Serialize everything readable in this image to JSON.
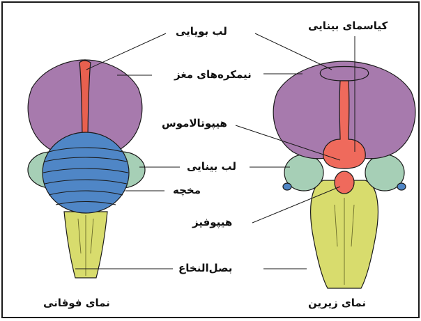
{
  "labels": {
    "olfactory_lobe": "لب بویایی",
    "hemispheres": "نیمکره‌های مغز",
    "optic_chiasm": "کیاسمای بینایی",
    "hypothalamus": "هیپوتالاموس",
    "optic_lobe": "لب بینایی",
    "cerebellum": "مخچه",
    "hypophysis": "هیپوفیز",
    "medulla": "بصل‌النخاع",
    "top_view": "نمای فوقانی",
    "bottom_view": "نمای زیرین"
  },
  "colors": {
    "cerebrum": "#a77aad",
    "olfactory": "#e8604f",
    "optic_lobe": "#a6cfb6",
    "cerebellum": "#4f86c6",
    "medulla": "#d8dc6d",
    "hypothalamus": "#ef6a5c",
    "outline": "#1a1a1a"
  }
}
